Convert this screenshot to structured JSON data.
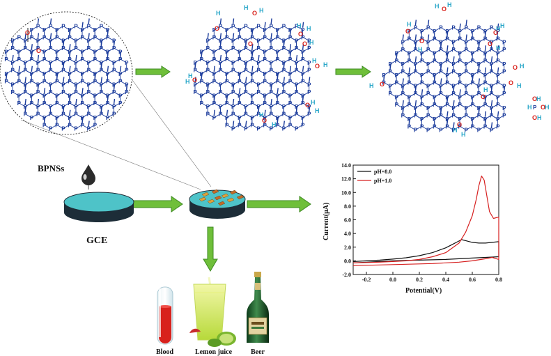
{
  "labels": {
    "bpnss": "BPNSs",
    "gce": "GCE",
    "blood": "Blood",
    "lemon": "Lemon juice",
    "beer": "Beer"
  },
  "atoms": {
    "P": "P",
    "O": "O",
    "H": "H"
  },
  "colors": {
    "lattice_bond": "#1d3d9c",
    "oxygen": "#d8201a",
    "hydrogen": "#2aa7c9",
    "arrow_fill": "#6fbf3a",
    "arrow_stroke": "#3d8a22",
    "electrode_top": "#4ec3c8",
    "electrode_side": "#1d2d38",
    "curve_ph8": "#111111",
    "curve_ph1": "#d62020"
  },
  "icons": [
    "droplet-icon",
    "electrode-icon",
    "blood-tube-icon",
    "lemon-juice-icon",
    "beer-bottle-icon",
    "arrow-icon"
  ],
  "chart_data": {
    "type": "line",
    "xlabel": "Potential(V)",
    "ylabel": "Current(μA)",
    "xlim": [
      -0.3,
      0.8
    ],
    "ylim": [
      -2.0,
      14.0
    ],
    "xticks": [
      "-0.2",
      "0.0",
      "0.2",
      "0.4",
      "0.6",
      "0.8"
    ],
    "yticks": [
      "-2.0",
      "0.0",
      "2.0",
      "4.0",
      "6.0",
      "8.0",
      "10.0",
      "12.0",
      "14.0"
    ],
    "legend_position": "top-left",
    "grid": false,
    "series": [
      {
        "name": "pH=8.0",
        "color": "#111111",
        "x": [
          -0.3,
          -0.2,
          -0.1,
          0.0,
          0.1,
          0.2,
          0.3,
          0.4,
          0.45,
          0.5,
          0.52,
          0.56,
          0.6,
          0.65,
          0.7,
          0.75,
          0.8,
          0.8,
          0.7,
          0.6,
          0.5,
          0.4,
          0.3,
          0.2,
          0.1,
          0.0,
          -0.1,
          -0.2,
          -0.3
        ],
        "y": [
          -0.1,
          0.0,
          0.1,
          0.25,
          0.45,
          0.75,
          1.2,
          1.9,
          2.4,
          2.9,
          3.1,
          2.9,
          2.7,
          2.6,
          2.6,
          2.7,
          2.8,
          0.6,
          0.5,
          0.4,
          0.3,
          0.2,
          0.15,
          0.1,
          0.05,
          0.0,
          -0.1,
          -0.2,
          -0.3
        ]
      },
      {
        "name": "pH=1.0",
        "color": "#d62020",
        "x": [
          -0.3,
          -0.2,
          -0.1,
          0.0,
          0.1,
          0.2,
          0.3,
          0.4,
          0.5,
          0.55,
          0.6,
          0.63,
          0.65,
          0.67,
          0.69,
          0.71,
          0.73,
          0.76,
          0.8,
          0.8,
          0.75,
          0.7,
          0.6,
          0.5,
          0.4,
          0.3,
          0.2,
          0.1,
          0.0,
          -0.1,
          -0.2,
          -0.3
        ],
        "y": [
          -0.3,
          -0.25,
          -0.2,
          -0.1,
          0.0,
          0.2,
          0.6,
          1.2,
          2.6,
          4.2,
          6.6,
          9.0,
          11.0,
          12.4,
          11.8,
          9.5,
          7.2,
          6.2,
          6.4,
          0.2,
          0.5,
          0.3,
          0.0,
          -0.2,
          -0.3,
          -0.4,
          -0.45,
          -0.5,
          -0.55,
          -0.6,
          -0.65,
          -0.7
        ]
      }
    ]
  }
}
